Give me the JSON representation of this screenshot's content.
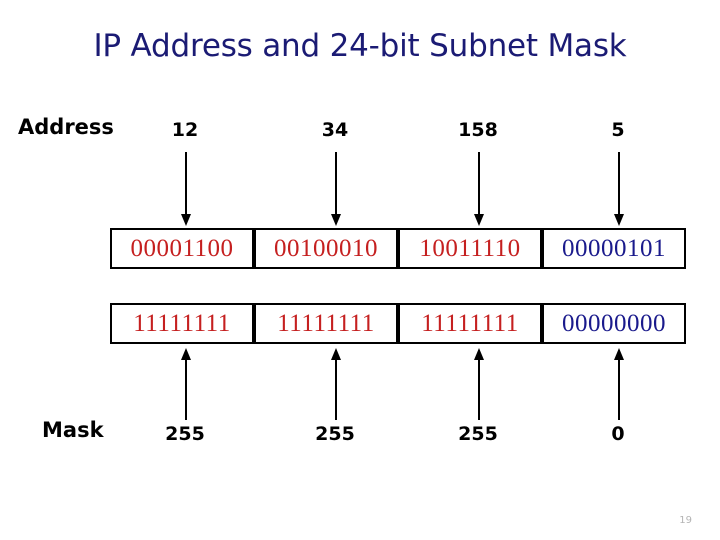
{
  "slide": {
    "title": "IP Address and 24-bit Subnet Mask",
    "page_number": "19",
    "title_color": "#1b1b74",
    "bits_red": "#c52020",
    "bits_blue": "#1a1a8c"
  },
  "address_row": {
    "label": "Address",
    "decimals": [
      "12",
      "34",
      "158",
      "5"
    ],
    "binary": [
      "00001100",
      "00100010",
      "10011110",
      "00000101"
    ],
    "binary_colors": [
      "red",
      "red",
      "red",
      "blue"
    ],
    "arrow_direction": "down"
  },
  "mask_row": {
    "label": "Mask",
    "decimals": [
      "255",
      "255",
      "255",
      "0"
    ],
    "binary": [
      "11111111",
      "11111111",
      "11111111",
      "00000000"
    ],
    "binary_colors": [
      "red",
      "red",
      "red",
      "blue"
    ],
    "arrow_direction": "up"
  }
}
